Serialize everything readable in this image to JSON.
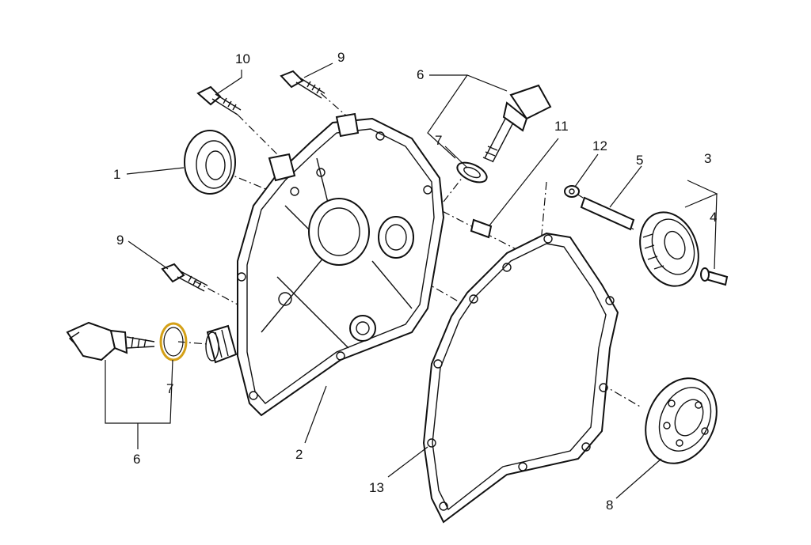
{
  "labels": {
    "l1": "1",
    "l2": "2",
    "l3": "3",
    "l4": "4",
    "l5": "5",
    "l6a": "6",
    "l6b": "6",
    "l7a": "7",
    "l7b": "7",
    "l8": "8",
    "l9a": "9",
    "l9b": "9",
    "l10": "10",
    "l11": "11",
    "l12": "12",
    "l13": "13"
  },
  "colors": {
    "line": "#111111",
    "highlight": "#d4a017",
    "background": "#ffffff"
  }
}
